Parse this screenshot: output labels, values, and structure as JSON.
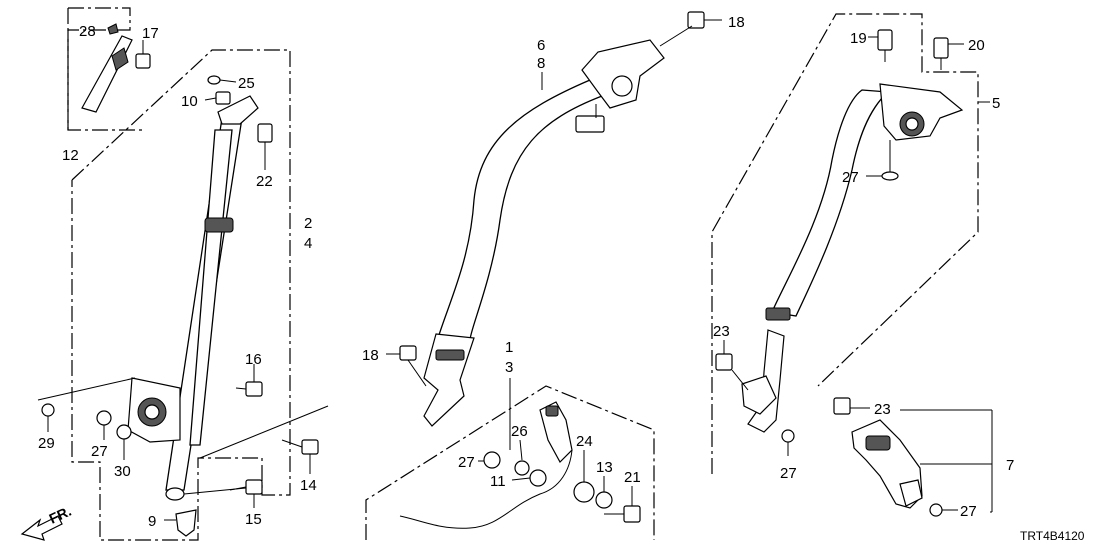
{
  "callouts": {
    "c28": "28",
    "c17": "17",
    "c25": "25",
    "c10": "10",
    "c12": "12",
    "c22": "22",
    "c2": "2",
    "c4": "4",
    "c16": "16",
    "c29": "29",
    "c27a": "27",
    "c30": "30",
    "c14": "14",
    "c9": "9",
    "c15": "15",
    "c6": "6",
    "c8": "8",
    "c18a": "18",
    "c18b": "18",
    "c1": "1",
    "c3": "3",
    "c26": "26",
    "c24": "24",
    "c27b": "27",
    "c11": "11",
    "c13": "13",
    "c21": "21",
    "c19": "19",
    "c20": "20",
    "c5": "5",
    "c27c": "27",
    "c23a": "23",
    "c27d": "27",
    "c23b": "23",
    "c7": "7",
    "c27e": "27"
  },
  "front_arrow_label": "FR.",
  "diagram_code": "TRT4B4120"
}
